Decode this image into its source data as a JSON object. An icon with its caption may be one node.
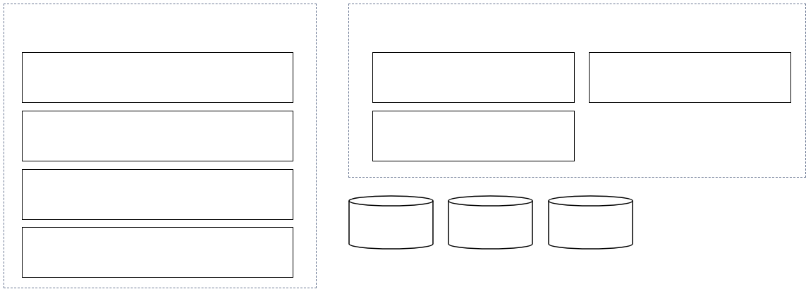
{
  "diagram": {
    "nodes": [
      {
        "text": [],
        "shape": "box"
      },
      {
        "text": [],
        "shape": "box",
        "in": 0
      },
      {
        "text": [],
        "shape": "box",
        "in": 0
      },
      {
        "text": [],
        "shape": "box",
        "in": 0
      },
      {
        "text": [],
        "shape": "box",
        "in": 0
      },
      {
        "text": [],
        "shape": "box"
      },
      {
        "text": [],
        "shape": "box",
        "in": 5
      },
      {
        "text": [],
        "shape": "box",
        "in": 5
      },
      {
        "text": [],
        "shape": "box",
        "in": 5
      },
      {
        "text": [],
        "shape": "cylinder"
      },
      {
        "text": [],
        "shape": "cylinder"
      },
      {
        "text": [],
        "shape": "cylinder"
      }
    ]
  }
}
